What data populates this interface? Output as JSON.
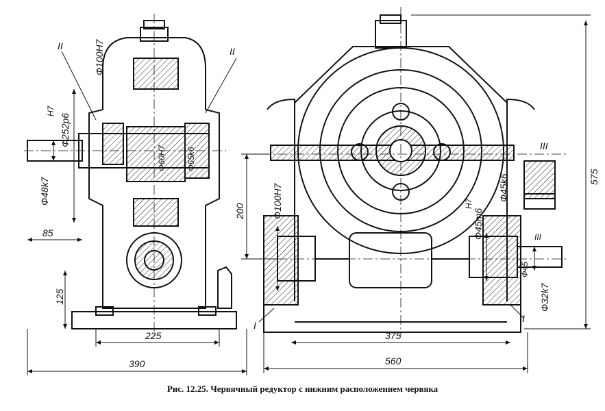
{
  "caption": "Рис. 12.25. Червячный редуктор с нижним расположением червяка",
  "left_view": {
    "dims": {
      "d100": "Ф100Н7",
      "h7": "Н7",
      "d252": "Ф252р6",
      "d60": "Ф60Н7",
      "d65": "Ф65k6",
      "d48": "Ф48k7",
      "len85": "85",
      "h125": "125",
      "w225": "225",
      "w390": "390"
    },
    "section_marks": [
      "II",
      "II"
    ]
  },
  "right_view": {
    "dims": {
      "h200": "200",
      "d100": "Ф100Н7",
      "h7": "Н7",
      "d45m6": "Ф45т6",
      "d45k6": "Ф45k6",
      "d45_2": "Ф45",
      "d32": "Ф32k7",
      "w375": "375",
      "w560": "560",
      "h575": "575"
    },
    "section_marks": [
      "III",
      "III",
      "I",
      "I"
    ]
  }
}
